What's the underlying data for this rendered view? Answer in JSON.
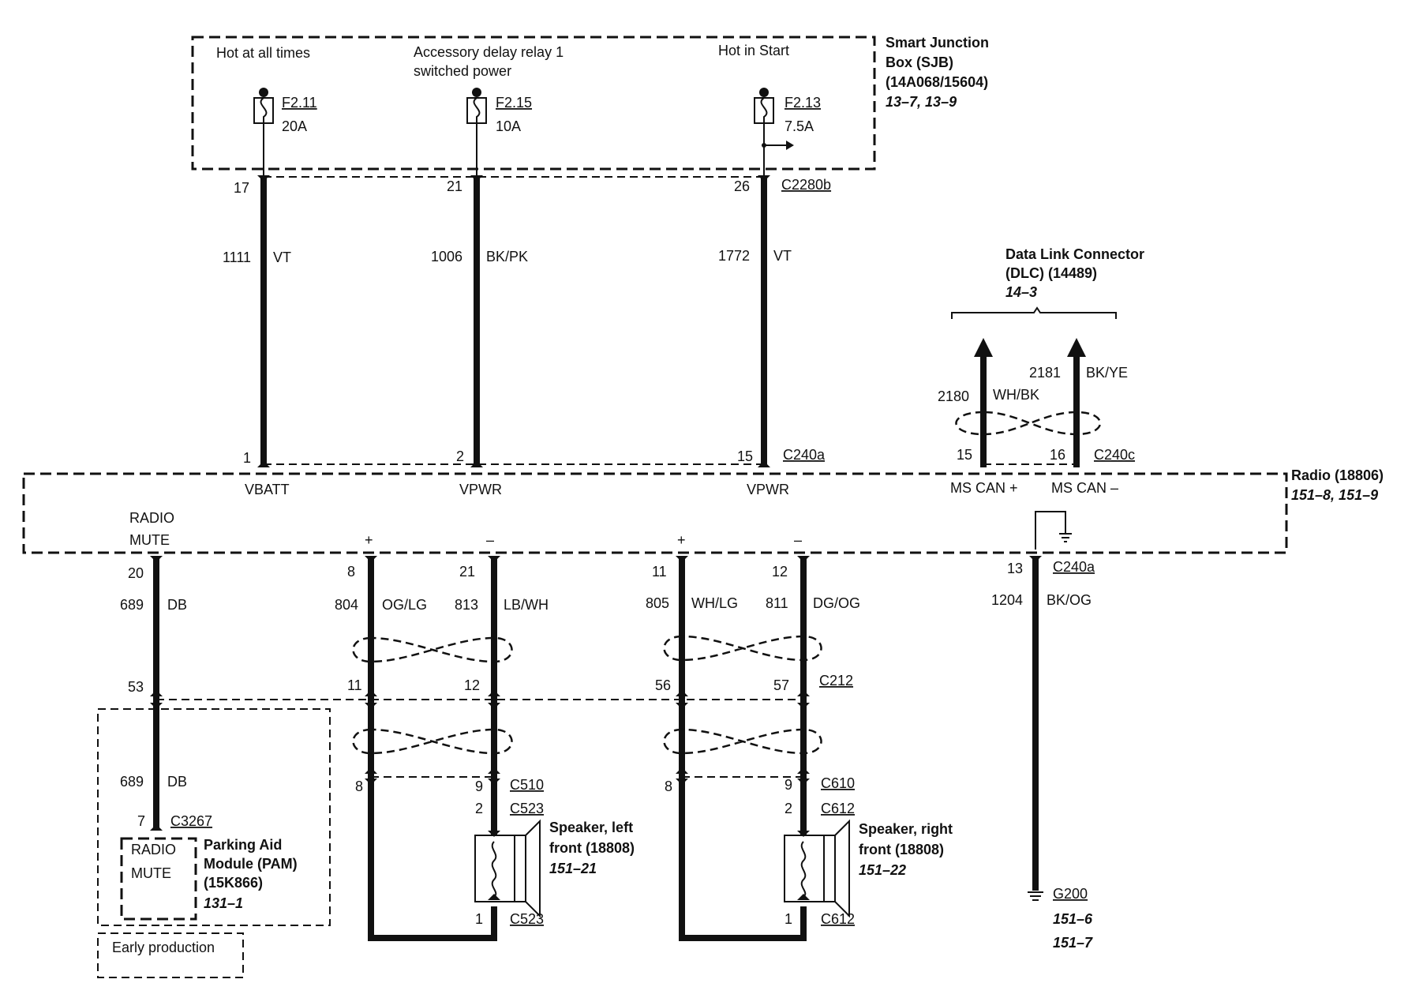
{
  "sjb": {
    "title_1": "Smart Junction",
    "title_2": "Box (SJB)",
    "part": "(14A068/15604)",
    "ref": "13–7, 13–9",
    "hot_at_all_times": "Hot at all times",
    "acc_delay_1": "Accessory delay relay 1",
    "acc_delay_2": "switched power",
    "hot_in_start": "Hot in Start",
    "fuse1_id": "F2.11",
    "fuse1_amp": "20A",
    "fuse2_id": "F2.15",
    "fuse2_amp": "10A",
    "fuse3_id": "F2.13",
    "fuse3_amp": "7.5A",
    "connector": "C2280b",
    "pin1": "17",
    "pin2": "21",
    "pin3": "26"
  },
  "power_wires": {
    "w1_circuit": "1111",
    "w1_color": "VT",
    "w2_circuit": "1006",
    "w2_color": "BK/PK",
    "w3_circuit": "1772",
    "w3_color": "VT"
  },
  "dlc": {
    "title_1": "Data Link Connector",
    "title_2": "(DLC) (14489)",
    "ref": "14–3",
    "w1_circuit": "2180",
    "w1_color": "WH/BK",
    "w2_circuit": "2181",
    "w2_color": "BK/YE"
  },
  "radio": {
    "title": "Radio (18806)",
    "ref": "151–8, 151–9",
    "top_connector_a": "C240a",
    "top_connector_c": "C240c",
    "pin_vbatt": "1",
    "pin_vpwr1": "2",
    "pin_vpwr2": "15",
    "pin_can_plus": "15",
    "pin_can_minus": "16",
    "vbatt": "VBATT",
    "vpwr1": "VPWR",
    "vpwr2": "VPWR",
    "can_plus": "MS CAN +",
    "can_minus": "MS CAN –",
    "radio_mute_1": "RADIO",
    "radio_mute_2": "MUTE",
    "plus_1": "+",
    "minus_1": "–",
    "plus_2": "+",
    "minus_2": "–",
    "bottom_connector": "C240a"
  },
  "lower": {
    "mute_pin": "20",
    "mute_circuit": "689",
    "mute_color": "DB",
    "lf_plus_pin": "8",
    "lf_plus_circuit": "804",
    "lf_plus_color": "OG/LG",
    "lf_minus_pin": "21",
    "lf_minus_circuit": "813",
    "lf_minus_color": "LB/WH",
    "rf_plus_pin": "11",
    "rf_plus_circuit": "805",
    "rf_plus_color": "WH/LG",
    "rf_minus_pin": "12",
    "rf_minus_circuit": "811",
    "rf_minus_color": "DG/OG",
    "gnd_pin": "13",
    "gnd_circuit": "1204",
    "gnd_color": "BK/OG",
    "c212": "C212",
    "c212_p1": "53",
    "c212_p2": "11",
    "c212_p3": "12",
    "c212_p4": "56",
    "c212_p5": "57",
    "pam_circuit": "689",
    "pam_color": "DB",
    "pam_pin": "7",
    "pam_connector": "C3267",
    "pam_mute_1": "RADIO",
    "pam_mute_2": "MUTE",
    "pam_title_1": "Parking Aid",
    "pam_title_2": "Module (PAM)",
    "pam_title_3": "(15K866)",
    "pam_ref": "131–1",
    "early_production": "Early production",
    "lf_c510_pin8": "8",
    "lf_c510_pin9": "9",
    "lf_c510": "C510",
    "lf_c523_pin2": "2",
    "lf_c523": "C523",
    "lf_c523_pin1": "1",
    "lf_c523_b": "C523",
    "lf_title_1": "Speaker, left",
    "lf_title_2": "front (18808)",
    "lf_ref": "151–21",
    "rf_c610_pin8": "8",
    "rf_c610_pin9": "9",
    "rf_c610": "C610",
    "rf_c612_pin2": "2",
    "rf_c612": "C612",
    "rf_c612_pin1": "1",
    "rf_c612_b": "C612",
    "rf_title_1": "Speaker, right",
    "rf_title_2": "front (18808)",
    "rf_ref": "151–22",
    "ground": "G200",
    "ground_ref1": "151–6",
    "ground_ref2": "151–7"
  }
}
